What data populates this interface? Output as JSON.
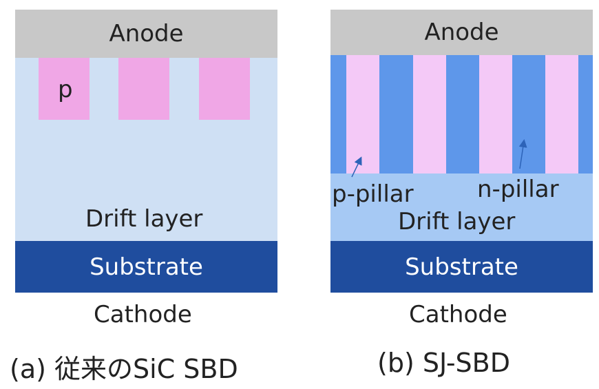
{
  "left_diagram": {
    "anode": "Anode",
    "p_region": "p",
    "drift": "Drift layer",
    "substrate": "Substrate",
    "cathode": "Cathode",
    "caption": "(a) 従来のSiC SBD"
  },
  "right_diagram": {
    "anode": "Anode",
    "p_pillar": "p-pillar",
    "n_pillar": "n-pillar",
    "drift": "Drift layer",
    "substrate": "Substrate",
    "cathode": "Cathode",
    "caption": "(b) SJ-SBD"
  },
  "colors": {
    "anode": "#c8c8c8",
    "drift_a": "#cfe0f4",
    "p_region": "#f0a7e6",
    "n_pillar": "#5e97ea",
    "p_pillar": "#f4c9f7",
    "drift_b": "#a6c9f4",
    "substrate": "#1f4d9e"
  }
}
